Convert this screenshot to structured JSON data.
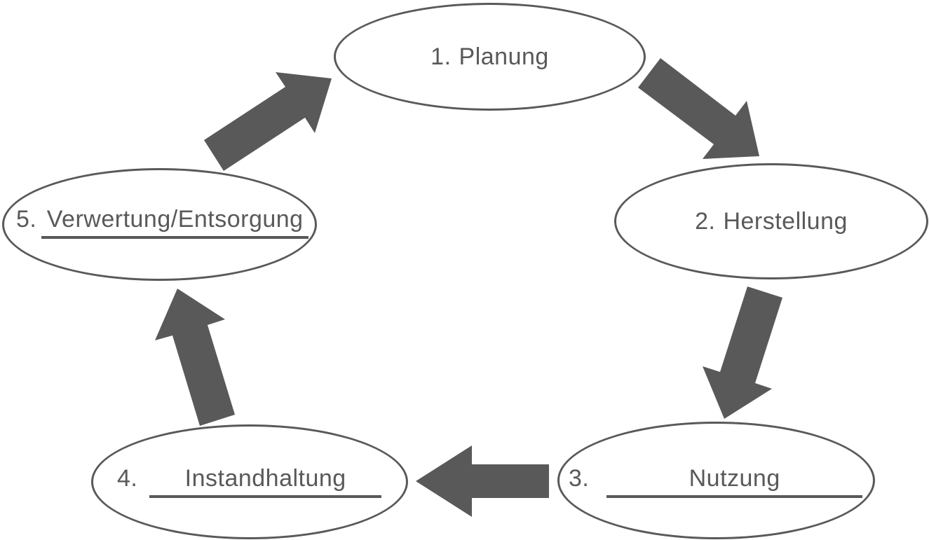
{
  "diagram": {
    "background_color": "#ffffff",
    "shape_color": "#595959",
    "text_color": "#595959",
    "nodes": [
      {
        "number": "1.",
        "label": "Planung",
        "filled_blank": false
      },
      {
        "number": "2.",
        "label": "Herstellung",
        "filled_blank": false
      },
      {
        "number": "3.",
        "label": "Nutzung",
        "filled_blank": true
      },
      {
        "number": "4.",
        "label": "Instandhaltung",
        "filled_blank": true
      },
      {
        "number": "5.",
        "label": "Verwertung/Entsorgung",
        "filled_blank": true
      }
    ],
    "arrows": [
      {
        "name": "planung-to-herstellung"
      },
      {
        "name": "herstellung-to-nutzung"
      },
      {
        "name": "nutzung-to-instandhaltung"
      },
      {
        "name": "instandhaltung-to-verwertung"
      },
      {
        "name": "verwertung-to-planung"
      }
    ]
  }
}
